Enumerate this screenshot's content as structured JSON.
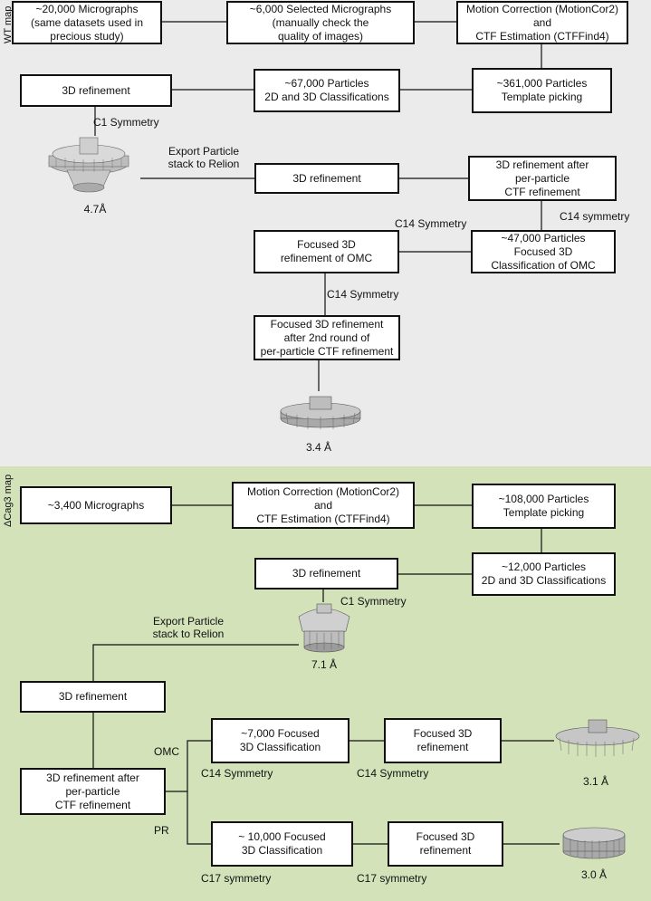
{
  "wt": {
    "side_label": "WT map",
    "boxes": {
      "b1": "~20,000 Micrographs\n(same datasets used in\nprecious study)",
      "b2": "~6,000 Selected Micrographs\n(manually check the\nquality of images)",
      "b3": "Motion Correction (MotionCor2)\nand\nCTF Estimation (CTFFind4)",
      "b4": "3D refinement",
      "b5": "~67,000 Particles\n2D and 3D Classifications",
      "b6": "~361,000 Particles\nTemplate picking",
      "b7": "3D refinement",
      "b8": "3D refinement after\nper-particle\nCTF refinement",
      "b9": "Focused 3D\nrefinement of OMC",
      "b10": "~47,000 Particles\nFocused 3D\nClassification of OMC",
      "b11": "Focused 3D refinement\nafter 2nd round of\nper-particle CTF refinement"
    },
    "labels": {
      "c1": "C1 Symmetry",
      "export": "Export Particle\nstack to Relion",
      "c14a": "C14 Symmetry",
      "c14b": "C14 symmetry",
      "c14c": "C14 Symmetry"
    },
    "resolutions": {
      "r1": "4.7Å",
      "r2": "3.4 Å"
    }
  },
  "cag": {
    "side_label": "ΔCag3 map",
    "boxes": {
      "b1": "~3,400 Micrographs",
      "b2": "Motion Correction (MotionCor2)\nand\nCTF Estimation (CTFFind4)",
      "b3": "~108,000 Particles\nTemplate picking",
      "b4": "3D refinement",
      "b5": "~12,000 Particles\n2D and 3D Classifications",
      "b6": "3D refinement",
      "b7": "~7,000 Focused\n3D Classification",
      "b8": "Focused 3D\nrefinement",
      "b9": "3D refinement after\nper-particle\nCTF refinement",
      "b10": "~ 10,000 Focused\n3D Classification",
      "b11": "Focused 3D\nrefinement"
    },
    "labels": {
      "c1": "C1 Symmetry",
      "export": "Export Particle\nstack to Relion",
      "omc": "OMC",
      "pr": "PR",
      "c14a": "C14 Symmetry",
      "c14b": "C14 Symmetry",
      "c17a": "C17 symmetry",
      "c17b": "C17 symmetry"
    },
    "resolutions": {
      "r1": "7.1 Å",
      "r2": "3.1 Å",
      "r3": "3.0 Å"
    }
  },
  "colors": {
    "wt_bg": "#ebebeb",
    "cag_bg": "#d3e2b9",
    "line": "#111111"
  },
  "icons": [
    "density-map-wt-basket",
    "density-map-wt-omc",
    "density-map-cag-c1",
    "density-map-cag-omc",
    "density-map-cag-pr"
  ]
}
